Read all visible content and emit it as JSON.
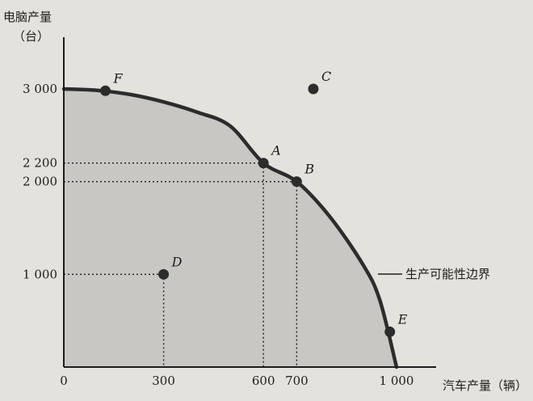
{
  "chart_data": {
    "type": "line",
    "xlabel": "汽车产量（辆）",
    "ylabel": "电脑产量",
    "ylabel_unit": "（台）",
    "xlim": [
      0,
      1000
    ],
    "ylim": [
      0,
      3000
    ],
    "x_ticks": [
      {
        "value": 0,
        "label": "0"
      },
      {
        "value": 300,
        "label": "300"
      },
      {
        "value": 600,
        "label": "600"
      },
      {
        "value": 700,
        "label": "700"
      },
      {
        "value": 1000,
        "label": "1 000"
      }
    ],
    "y_ticks": [
      {
        "value": 1000,
        "label": "1 000"
      },
      {
        "value": 2000,
        "label": "2 000"
      },
      {
        "value": 2200,
        "label": "2 200"
      },
      {
        "value": 3000,
        "label": "3 000"
      }
    ],
    "frontier": {
      "name": "生产可能性边界",
      "x": [
        0,
        100,
        200,
        300,
        400,
        500,
        600,
        700,
        800,
        900,
        950,
        1000
      ],
      "y": [
        3000,
        2985,
        2940,
        2860,
        2750,
        2600,
        2200,
        2000,
        1620,
        1100,
        720,
        0
      ]
    },
    "points": [
      {
        "label": "F",
        "x": 125,
        "y": 2980,
        "guides": false
      },
      {
        "label": "A",
        "x": 600,
        "y": 2200,
        "guides": true
      },
      {
        "label": "B",
        "x": 700,
        "y": 2000,
        "guides": true
      },
      {
        "label": "C",
        "x": 750,
        "y": 3000,
        "guides": false
      },
      {
        "label": "D",
        "x": 300,
        "y": 1000,
        "guides": true
      },
      {
        "label": "E",
        "x": 980,
        "y": 380,
        "guides": false
      }
    ],
    "colors": {
      "background": "#e4e2dd",
      "feasible_area": "#c9c7c3",
      "frontier": "#2c2c2c",
      "point": "#2c2c2c"
    }
  }
}
